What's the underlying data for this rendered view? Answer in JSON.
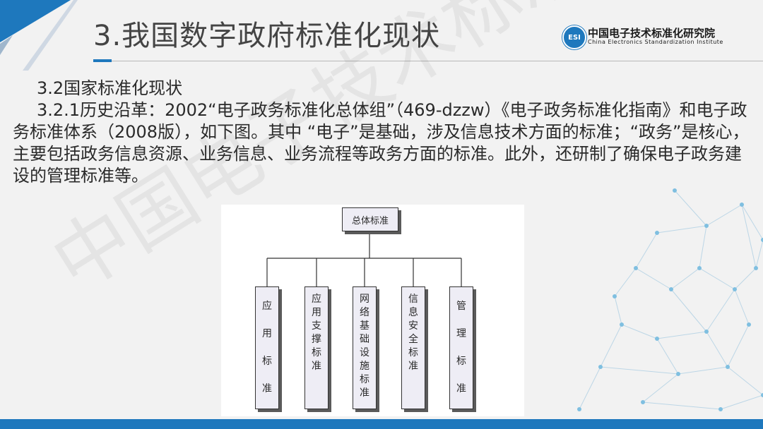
{
  "header": {
    "title": "3.我国数字政府标准化现状",
    "logo": {
      "badge": "ESI",
      "name_cn": "中国电子技术标准化研究院",
      "name_en": "China Electronics Standardization Institute"
    }
  },
  "content": {
    "section": "3.2国家标准化现状",
    "paragraph": "3.2.1历史沿革：2002“电子政务标准化总体组”（469-dzzw）《电子政务标准化指南》和电子政务标准体系（2008版），如下图。其中 “电子”是基础，涉及信息技术方面的标准；“政务”是核心，主要包括政务信息资源、业务信息、业务流程等政务方面的标准。此外，还研制了确保电子政务建设的管理标准等。"
  },
  "watermark": "中国电子技术标准化研究院",
  "diagram": {
    "root": "总体标准",
    "leaves": [
      {
        "label": "应用标准",
        "sparse": true
      },
      {
        "label": "应用支撑标准",
        "sparse": false
      },
      {
        "label": "网络基础设施标准",
        "sparse": false
      },
      {
        "label": "信息安全标准",
        "sparse": false
      },
      {
        "label": "管理标准",
        "sparse": true
      }
    ]
  },
  "colors": {
    "accent": "#1e78bd",
    "background": "#f2f2f2",
    "box_fill": "#eeedf5"
  }
}
